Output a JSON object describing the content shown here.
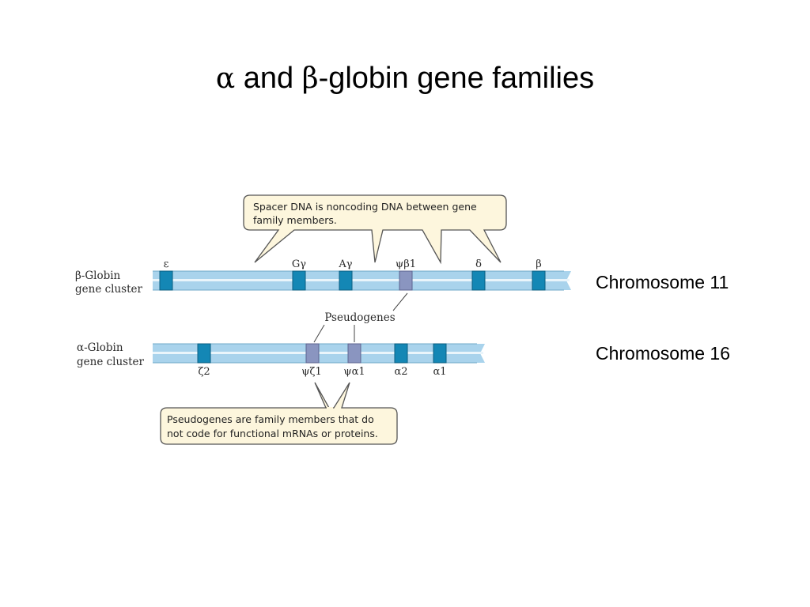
{
  "title": {
    "alpha": "α",
    "part1": " and ",
    "beta": "β",
    "part2": "-globin gene families"
  },
  "chromosomes": {
    "beta_chromosome": "Chromosome 11",
    "alpha_chromosome": "Chromosome 16"
  },
  "beta_cluster": {
    "label_line1": "β-Globin",
    "label_line2": "gene cluster",
    "genes": [
      "ε",
      "Gγ",
      "Aγ",
      "ψβ1",
      "δ",
      "β"
    ]
  },
  "alpha_cluster": {
    "label_line1": "α-Globin",
    "label_line2": "gene cluster",
    "genes": [
      "ζ2",
      "ψζ1",
      "ψα1",
      "α2",
      "α1"
    ]
  },
  "pseudogenes_label": "Pseudogenes",
  "callouts": {
    "spacer_line1": "Spacer DNA is noncoding DNA between gene",
    "spacer_line2": "family members.",
    "pseudo_line1": "Pseudogenes are family members that do",
    "pseudo_line2": "not code for functional mRNAs or proteins."
  },
  "colors": {
    "dna_fill": "#a9d3ec",
    "dna_stripe": "#eaf5fb",
    "gene": "#1487b5",
    "pseudogene": "#8a95c0",
    "callout_fill": "#fdf6dd",
    "callout_stroke": "#555555"
  }
}
